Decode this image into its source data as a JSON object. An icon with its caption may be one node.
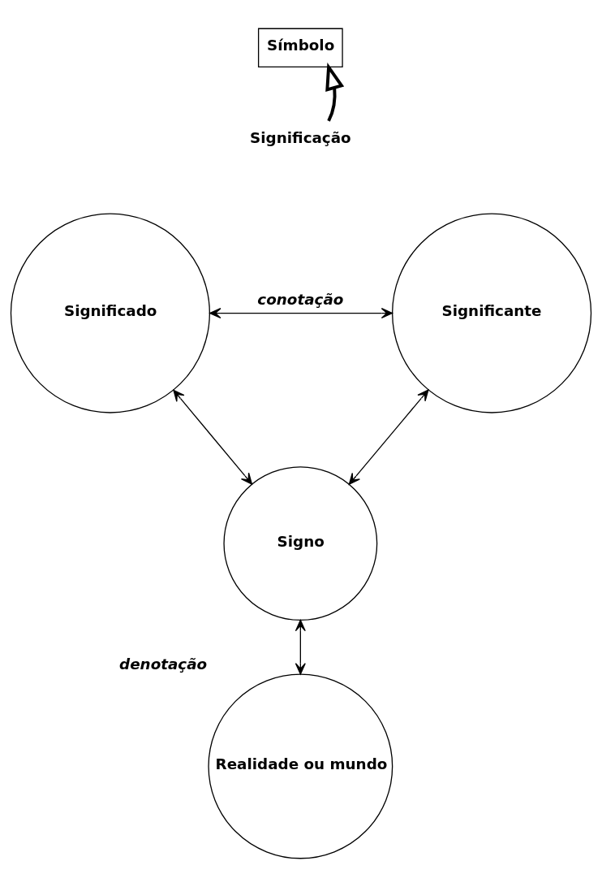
{
  "diagram": {
    "nodes": [
      {
        "text": [
          "Símbolo"
        ]
      },
      {
        "text": [
          "Significação"
        ]
      },
      {
        "text": [
          "Significado"
        ]
      },
      {
        "text": [
          "Significante"
        ]
      },
      {
        "text": [
          "Signo"
        ]
      },
      {
        "text": [
          "Realidade ou mundo"
        ],
        "beside": [
          "denotação"
        ]
      }
    ],
    "edges": [
      {
        "from": 1,
        "to": 0,
        "arrow": "to",
        "style": "thick"
      },
      {
        "from": 2,
        "to": 3,
        "arrow": "both",
        "label": "conotação"
      },
      {
        "from": 2,
        "to": 4,
        "arrow": "both"
      },
      {
        "from": 3,
        "to": 4,
        "arrow": "both"
      },
      {
        "from": 4,
        "to": 5,
        "arrow": "both"
      }
    ]
  }
}
